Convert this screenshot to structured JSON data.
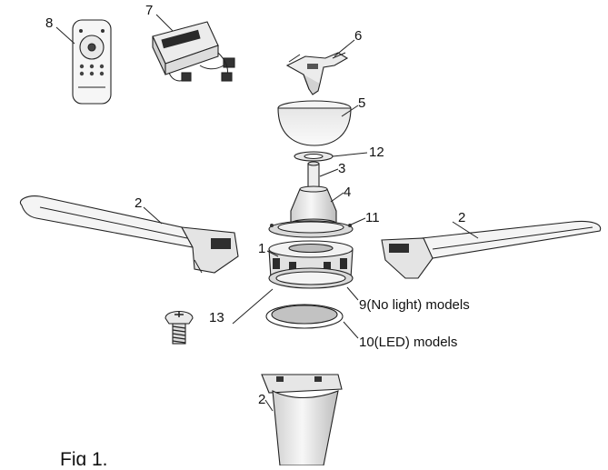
{
  "figure_label": "Fig 1.",
  "callouts": {
    "c1": "1",
    "c2a": "2",
    "c2b": "2",
    "c2c": "2",
    "c3": "3",
    "c4": "4",
    "c5": "5",
    "c6": "6",
    "c7": "7",
    "c8": "8",
    "c11": "11",
    "c12": "12",
    "c13": "13",
    "c9": "9(No light) models",
    "c10": "10(LED) models"
  },
  "colors": {
    "line": "#222222",
    "part_fill": "#f1f1f1",
    "part_shade": "#c9c9c9",
    "dark": "#2a2a2a"
  }
}
